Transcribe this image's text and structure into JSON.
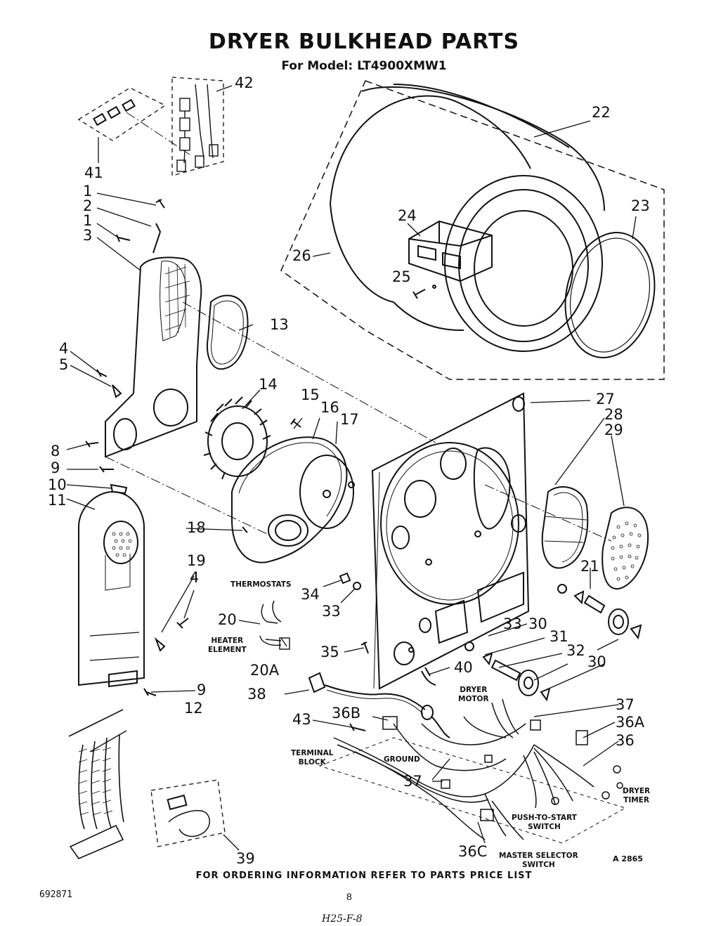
{
  "header": {
    "title": "DRYER BULKHEAD PARTS",
    "subtitle": "For Model: LT4900XMW1"
  },
  "footer": {
    "ordering_note": "FOR ORDERING INFORMATION REFER TO PARTS PRICE LIST",
    "doc_number": "692871",
    "page_number": "8",
    "handwritten_note": "H25-F-8",
    "ref_code": "A 2865"
  },
  "callouts": {
    "c1a": "1",
    "c2": "2",
    "c1b": "1",
    "c3": "3",
    "c4a": "4",
    "c5": "5",
    "c8": "8",
    "c9a": "9",
    "c10": "10",
    "c11": "11",
    "c12": "12",
    "c13": "13",
    "c14": "14",
    "c15": "15",
    "c16": "16",
    "c17": "17",
    "c18": "18",
    "c19": "19",
    "c4b": "4",
    "c20": "20",
    "c20a": "20A",
    "c9b": "9",
    "c21": "21",
    "c22": "22",
    "c23": "23",
    "c24": "24",
    "c25": "25",
    "c26": "26",
    "c27": "27",
    "c28": "28",
    "c29": "29",
    "c30a": "30",
    "c30b": "30",
    "c31": "31",
    "c32": "32",
    "c33a": "33",
    "c33b": "33",
    "c34": "34",
    "c35": "35",
    "c36": "36",
    "c36a": "36A",
    "c36b": "36B",
    "c36c": "36C",
    "c37a": "37",
    "c37b": "37",
    "c38": "38",
    "c39": "39",
    "c40": "40",
    "c41": "41",
    "c42": "42",
    "c43": "43"
  },
  "captions": {
    "thermostats": "THERMOSTATS",
    "heater_element": "HEATER\nELEMENT",
    "dryer_motor": "DRYER\nMOTOR",
    "terminal_block": "TERMINAL\nBLOCK",
    "ground": "GROUND",
    "dryer_timer": "DRYER\nTIMER",
    "push_to_start": "PUSH-TO-START\nSWITCH",
    "master_selector": "MASTER SELECTOR\nSWITCH"
  }
}
